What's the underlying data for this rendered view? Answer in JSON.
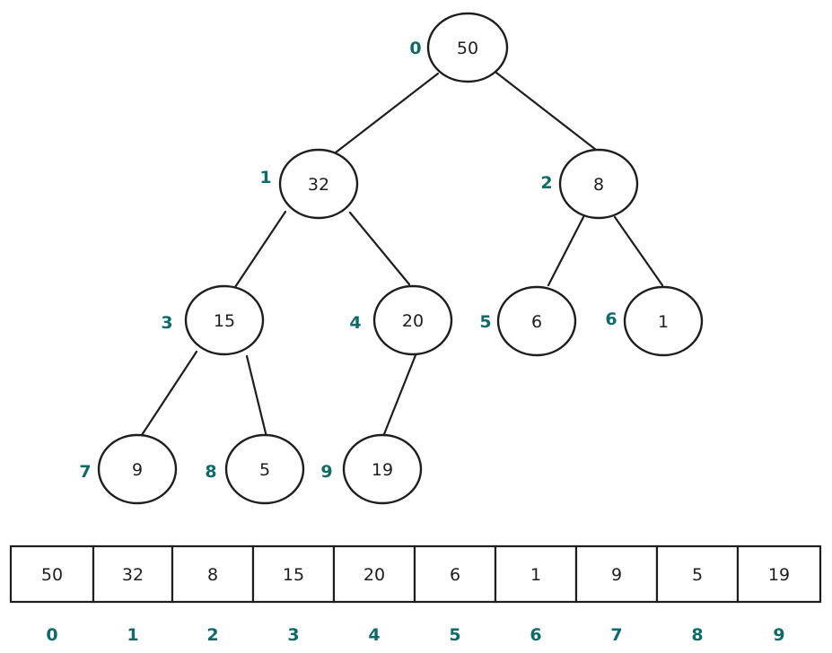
{
  "colors": {
    "index_label": "#0f6b6b",
    "stroke": "#1e1e1e",
    "background": "#ffffff"
  },
  "tree": {
    "nodes": [
      {
        "index": "0",
        "value": "50"
      },
      {
        "index": "1",
        "value": "32"
      },
      {
        "index": "2",
        "value": "8"
      },
      {
        "index": "3",
        "value": "15"
      },
      {
        "index": "4",
        "value": "20"
      },
      {
        "index": "5",
        "value": "6"
      },
      {
        "index": "6",
        "value": "1"
      },
      {
        "index": "7",
        "value": "9"
      },
      {
        "index": "8",
        "value": "5"
      },
      {
        "index": "9",
        "value": "19"
      }
    ],
    "edges": [
      [
        0,
        1
      ],
      [
        0,
        2
      ],
      [
        1,
        3
      ],
      [
        1,
        4
      ],
      [
        2,
        5
      ],
      [
        2,
        6
      ],
      [
        3,
        7
      ],
      [
        3,
        8
      ],
      [
        4,
        9
      ]
    ]
  },
  "array": {
    "cells": [
      "50",
      "32",
      "8",
      "15",
      "20",
      "6",
      "1",
      "9",
      "5",
      "19"
    ],
    "indices": [
      "0",
      "1",
      "2",
      "3",
      "4",
      "5",
      "6",
      "7",
      "8",
      "9"
    ]
  }
}
